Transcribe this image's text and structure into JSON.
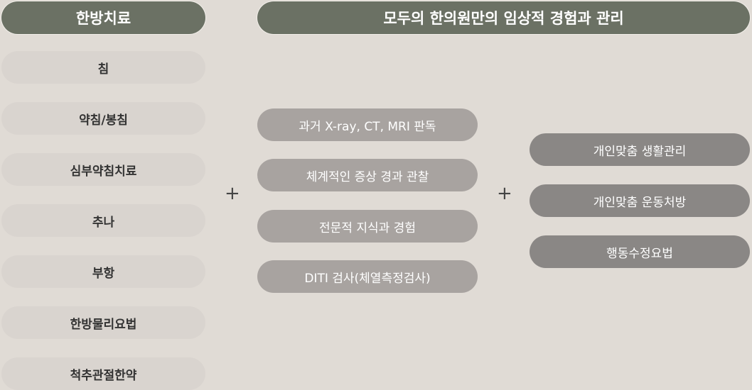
{
  "headers": {
    "treatment": "한방치료",
    "clinical": "모두의 한의원만의 임상적 경험과 관리"
  },
  "treatments": [
    "침",
    "약침/봉침",
    "심부약침치료",
    "추나",
    "부항",
    "한방물리요법",
    "척추관절한약"
  ],
  "clinical_items": [
    "과거 X-ray, CT, MRI 판독",
    "체계적인 증상 경과 관찰",
    "전문적 지식과 경험",
    "DITI 검사(체열측정검사)"
  ],
  "care_items": [
    "개인맞춤 생활관리",
    "개인맞춤 운동처방",
    "행동수정요법"
  ],
  "plus": "+"
}
